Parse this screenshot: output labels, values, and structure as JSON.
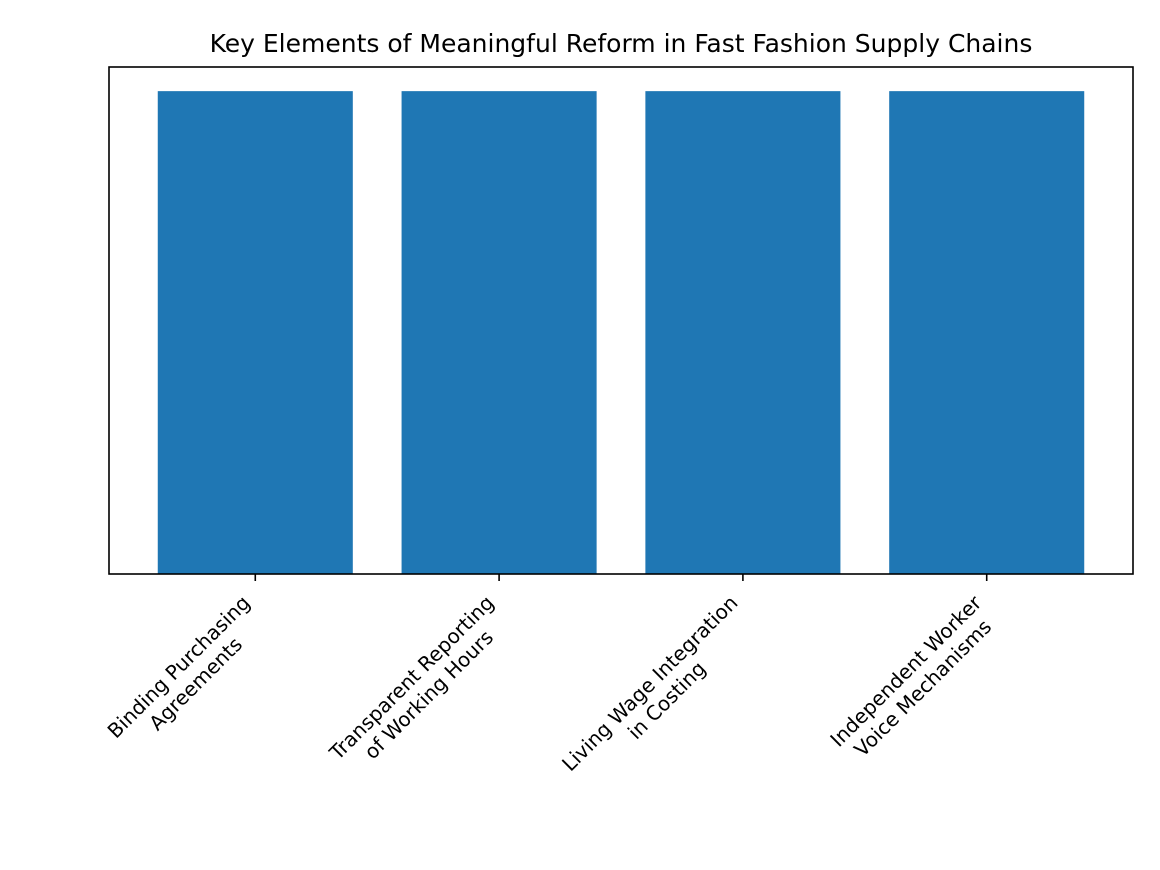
{
  "chart_data": {
    "type": "bar",
    "title": "Key Elements of Meaningful Reform in Fast Fashion Supply Chains",
    "categories": [
      [
        "Binding Purchasing",
        "Agreements"
      ],
      [
        "Transparent Reporting",
        "of Working Hours"
      ],
      [
        "Living Wage Integration",
        "in Costing"
      ],
      [
        "Independent Worker",
        "Voice Mechanisms"
      ]
    ],
    "values": [
      1,
      1,
      1,
      1
    ],
    "xlabel": "",
    "ylabel": "",
    "ylim": [
      0,
      1.05
    ],
    "y_ticks_visible": false,
    "grid": false,
    "bar_color": "#1f77b4"
  }
}
